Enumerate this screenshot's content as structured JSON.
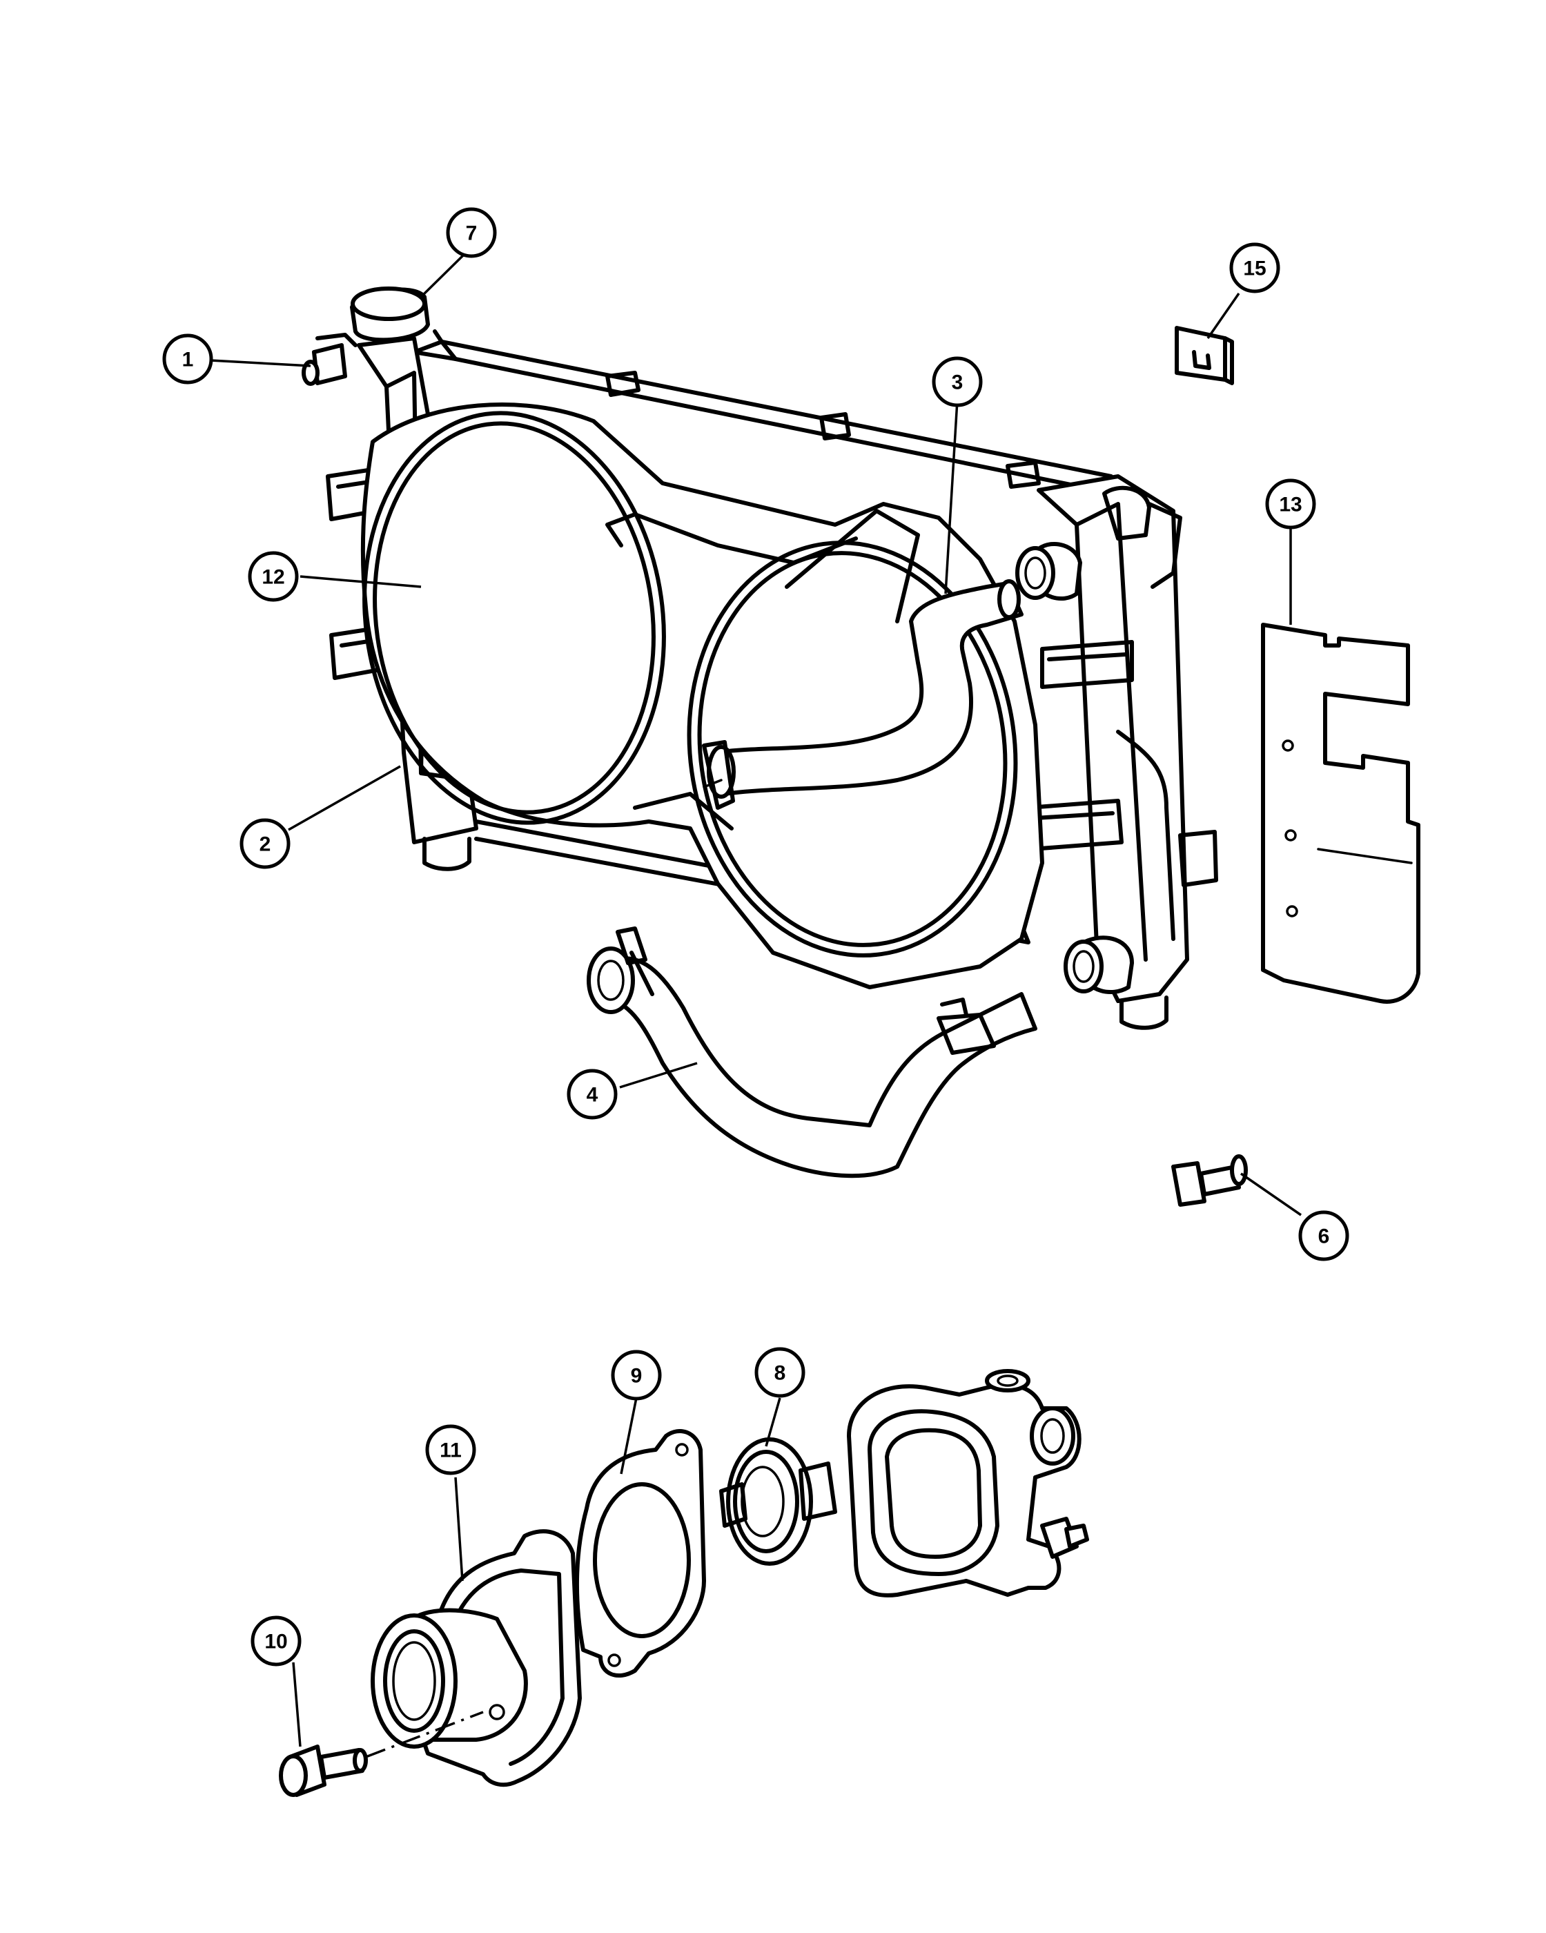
{
  "callouts": [
    {
      "id": "1",
      "label": "1"
    },
    {
      "id": "2",
      "label": "2"
    },
    {
      "id": "3",
      "label": "3"
    },
    {
      "id": "4",
      "label": "4"
    },
    {
      "id": "6",
      "label": "6"
    },
    {
      "id": "7",
      "label": "7"
    },
    {
      "id": "8",
      "label": "8"
    },
    {
      "id": "9",
      "label": "9"
    },
    {
      "id": "10",
      "label": "10"
    },
    {
      "id": "11",
      "label": "11"
    },
    {
      "id": "12",
      "label": "12"
    },
    {
      "id": "13",
      "label": "13"
    },
    {
      "id": "15",
      "label": "15"
    }
  ]
}
